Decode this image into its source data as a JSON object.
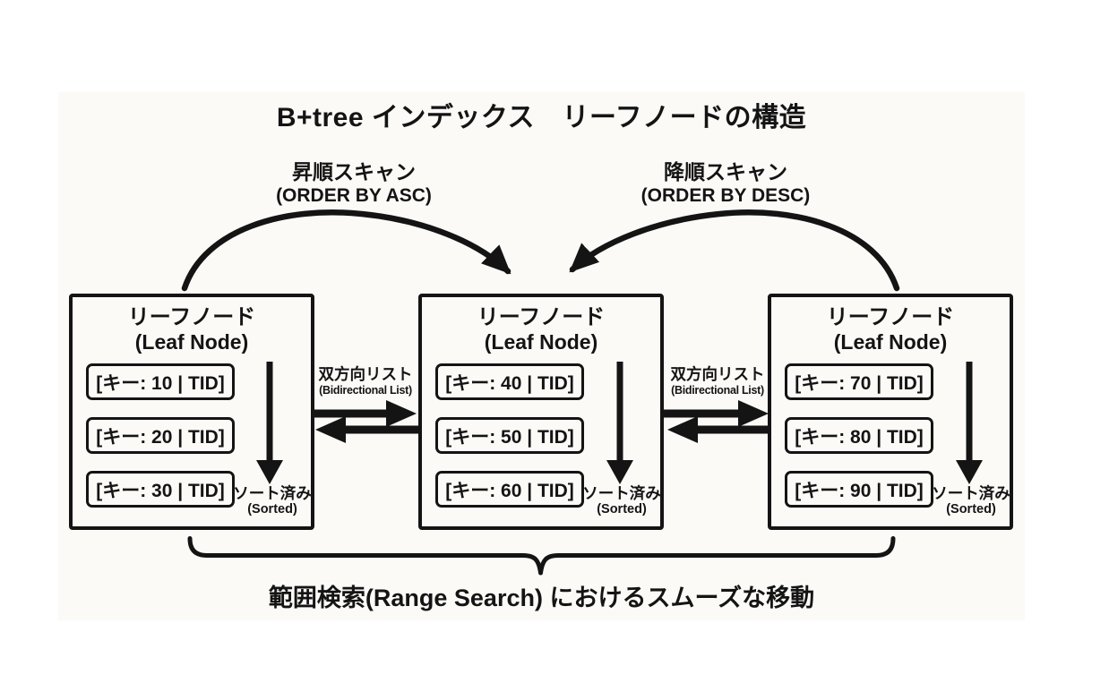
{
  "colors": {
    "ink": "#141414",
    "content_bg": "#fbfaf7",
    "page_bg": "#ffffff"
  },
  "title": "B+tree インデックス　リーフノードの構造",
  "scans": {
    "asc": {
      "label": "昇順スキャン",
      "sublabel": "(ORDER BY ASC)"
    },
    "desc": {
      "label": "降順スキャン",
      "sublabel": "(ORDER BY DESC)"
    }
  },
  "nodes": [
    {
      "title": "リーフノード",
      "subtitle": "(Leaf Node)",
      "keys": [
        "[キー: 10 | TID]",
        "[キー: 20 | TID]",
        "[キー: 30 | TID]"
      ],
      "sorted": {
        "label": "ソート済み",
        "sublabel": "(Sorted)"
      }
    },
    {
      "title": "リーフノード",
      "subtitle": "(Leaf Node)",
      "keys": [
        "[キー: 40 | TID]",
        "[キー: 50 | TID]",
        "[キー: 60 | TID]"
      ],
      "sorted": {
        "label": "ソート済み",
        "sublabel": "(Sorted)"
      }
    },
    {
      "title": "リーフノード",
      "subtitle": "(Leaf Node)",
      "keys": [
        "[キー: 70 | TID]",
        "[キー: 80 | TID]",
        "[キー: 90 | TID]"
      ],
      "sorted": {
        "label": "ソート済み",
        "sublabel": "(Sorted)"
      }
    }
  ],
  "connectors": [
    {
      "label": "双方向リスト",
      "sublabel": "(Bidirectional List)"
    },
    {
      "label": "双方向リスト",
      "sublabel": "(Bidirectional List)"
    }
  ],
  "caption": "範囲検索(Range Search) におけるスムーズな移動"
}
